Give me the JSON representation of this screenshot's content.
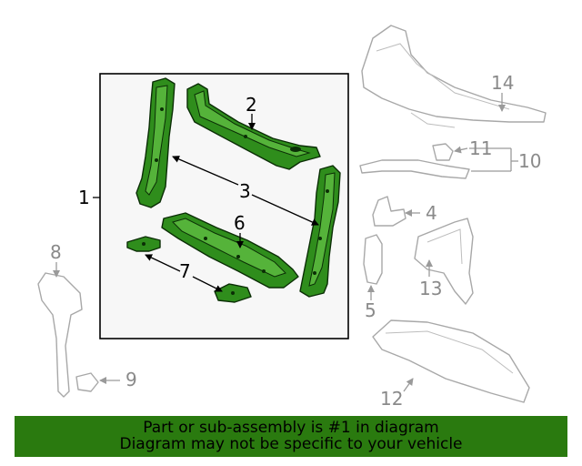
{
  "callouts": {
    "c1": "1",
    "c2": "2",
    "c3": "3",
    "c4": "4",
    "c5": "5",
    "c6": "6",
    "c7": "7",
    "c8": "8",
    "c9": "9",
    "c10": "10",
    "c11": "11",
    "c12": "12",
    "c13": "13",
    "c14": "14"
  },
  "banner": {
    "line1": "Part or sub-assembly is #1 in diagram",
    "line2": "Diagram may not be specific to your vehicle"
  },
  "colors": {
    "highlight_part": "#2f8d1c",
    "banner": "#2a7a0f",
    "ghost_part": "#a8a8a8"
  }
}
